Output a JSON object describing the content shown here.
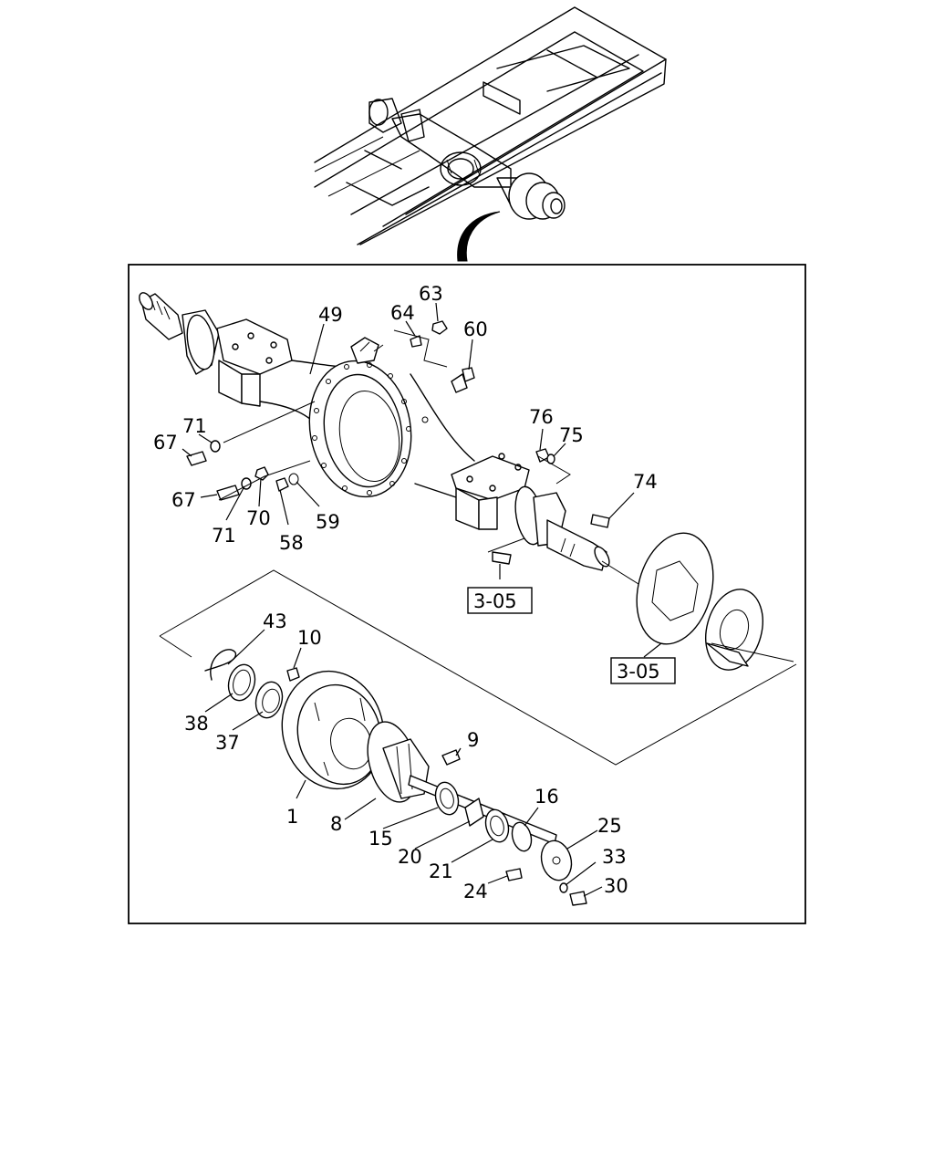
{
  "diagram": {
    "part_labels": {
      "p63": "63",
      "p64": "64",
      "p49": "49",
      "p60": "60",
      "p71a": "71",
      "p67a": "67",
      "p67b": "67",
      "p71b": "71",
      "p70": "70",
      "p58": "58",
      "p59": "59",
      "p76": "76",
      "p75": "75",
      "p74": "74",
      "p43": "43",
      "p10": "10",
      "p38": "38",
      "p37": "37",
      "p9": "9",
      "p1": "1",
      "p8": "8",
      "p15": "15",
      "p16": "16",
      "p20": "20",
      "p21": "21",
      "p24": "24",
      "p25": "25",
      "p33": "33",
      "p30": "30"
    },
    "references": {
      "ref_axle": "3-05",
      "ref_brake": "3-05"
    }
  }
}
